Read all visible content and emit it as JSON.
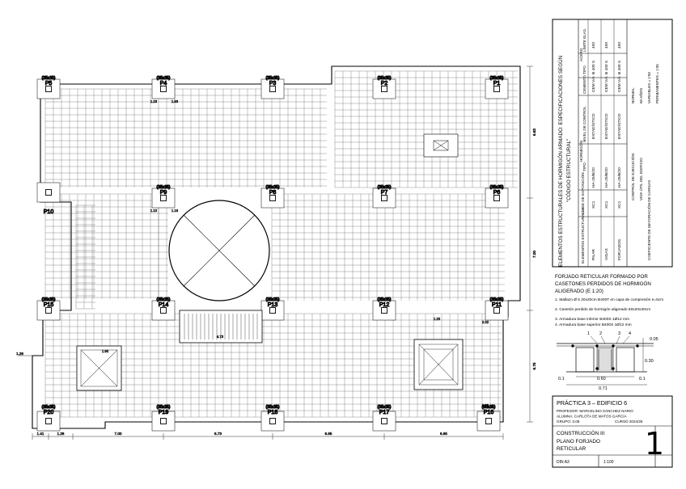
{
  "plan": {
    "pillars": [
      {
        "id": "P1",
        "size": "(35x35)"
      },
      {
        "id": "P2",
        "size": "(35x35)"
      },
      {
        "id": "P3",
        "size": "(35x35)"
      },
      {
        "id": "P4",
        "size": "(35x35)"
      },
      {
        "id": "P5",
        "size": "(35x35)"
      },
      {
        "id": "P6",
        "size": "(35x35)"
      },
      {
        "id": "P7",
        "size": "(35x35)"
      },
      {
        "id": "P8",
        "size": "(35x35)"
      },
      {
        "id": "P9",
        "size": "(35x35)"
      },
      {
        "id": "P10",
        "size": ""
      },
      {
        "id": "P11",
        "size": "(35x35)"
      },
      {
        "id": "P12",
        "size": "(35x35)"
      },
      {
        "id": "P13",
        "size": "(35x35)"
      },
      {
        "id": "P14",
        "size": "(35x35)"
      },
      {
        "id": "P15",
        "size": "(35x35)"
      },
      {
        "id": "P16",
        "size": "(35x35)"
      },
      {
        "id": "P17",
        "size": "(35x35)"
      },
      {
        "id": "P18",
        "size": "(35x35)"
      },
      {
        "id": "P19",
        "size": "(35x35)"
      },
      {
        "id": "P20",
        "size": "(35x35)"
      }
    ],
    "bottom_dims": [
      "1.41",
      "1.26",
      "7.00",
      "6.73",
      "6.65",
      "6.65"
    ],
    "right_dims": [
      "6.63",
      "7.00",
      "6.75"
    ],
    "left_dim": "1.26",
    "inner_dims": [
      "1.23",
      "1.93",
      "1.10",
      "1.16",
      "4.73",
      "1.90",
      "2.02",
      "1.20",
      "1.23"
    ]
  },
  "spec_table": {
    "title_line1": "ELEMENTOS ESTRUCTURALES DE HORMIGÓN ARMADO: ESPECIFICACIONES SEGÚN",
    "title_line2": "\"CÓDIGO ESTRUCTURAL\"",
    "headers": {
      "elementos": "ELEMENTOS ESTRUCTURALES",
      "clase": "CLASE DE EXPOSICIÓN",
      "hormigon": "HORMIGÓN",
      "tipo": "TIPO",
      "nivel": "NIVEL DE CONTROL",
      "cemento": "CEMENTO",
      "acero": "ACERO",
      "tipo_acero": "TIPO",
      "limite": "LÍMITE ELAS."
    },
    "rows": [
      {
        "elemento": "PILAR",
        "clase": "XC1",
        "tipo": "HA-25/B/20",
        "nivel": "ESTADÍSTICO",
        "cemento": "CEM V/A",
        "acero": "B 400 S",
        "limite": "400"
      },
      {
        "elemento": "VIGAS",
        "clase": "XC1",
        "tipo": "HA-25/B/20",
        "nivel": "ESTADÍSTICO",
        "cemento": "CEM V/A",
        "acero": "B 400 S",
        "limite": "400"
      },
      {
        "elemento": "FORJADOS",
        "clase": "XC1",
        "tipo": "HA-25/B/20",
        "nivel": "ESTADÍSTICO",
        "cemento": "CEM V/A",
        "acero": "B 400 S",
        "limite": "400"
      }
    ],
    "footer": [
      {
        "label": "CONTROL DE EJECUCIÓN",
        "value": "NORMAL"
      },
      {
        "label": "VIDA ÚTIL DEL EDIFICIO",
        "value": "50 AÑOS"
      },
      {
        "label": "COEFICIENTE DE MAYORACIÓN DE CARGAS",
        "value": "VARIABLES = 1'50"
      },
      {
        "label": "",
        "value": "PERMANENTES = 1'35"
      }
    ]
  },
  "notes": {
    "title": "FORJADO RETICULAR FORMADO POR CASETONES PERDIDOS DE HORMIGÓN ALIGERADO (E 1:20)",
    "items": [
      "1. Mallazo Ø 5 20x20cm B400T en capa de compresión e=5cm",
      "2. Casetón perdido de hormigón aligerado 60x20x30cm",
      "3. Armadura base inferior B400S 1Ø12 mm",
      "4. Armadura base superior B400S 1Ø12 mm"
    ]
  },
  "section": {
    "callouts": [
      "1",
      "2",
      "3",
      "4"
    ],
    "dims": [
      "0.05",
      "0.30",
      "0.1",
      "0.60",
      "0.1",
      "0.71"
    ]
  },
  "title_block": {
    "practice": "PRÁCTICA 3 – EDIFICIO 6",
    "profesor": "PROFESOR: MARCELINO SÁNCHEZ NARIO",
    "alumna": "ALUMNA: CARLOTA DE MATOS GARCÍA",
    "grupo": "GRUPO: 3.06",
    "curso": "CURSO 2024/25",
    "subject": "CONSTRUCCIÓN III",
    "plan_line1": "PLANO FORJADO",
    "plan_line2": "RETICULAR",
    "sheet_number": "1",
    "format": "DIN A3",
    "scale": "1:100"
  }
}
